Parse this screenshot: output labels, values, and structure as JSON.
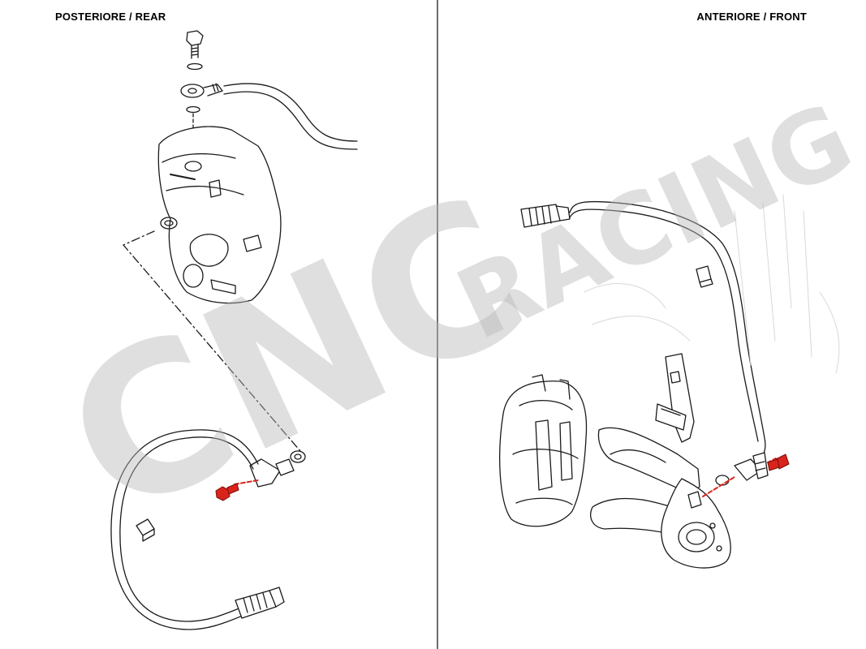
{
  "rear": {
    "heading": "POSTERIORE / REAR"
  },
  "front": {
    "heading": "ANTERIORE / FRONT"
  },
  "watermark": {
    "brand": "CNC",
    "subbrand": "RACING",
    "color": "#b9b9b9"
  },
  "colors": {
    "highlight": "#d9241c",
    "line": "#1a1a1a"
  }
}
